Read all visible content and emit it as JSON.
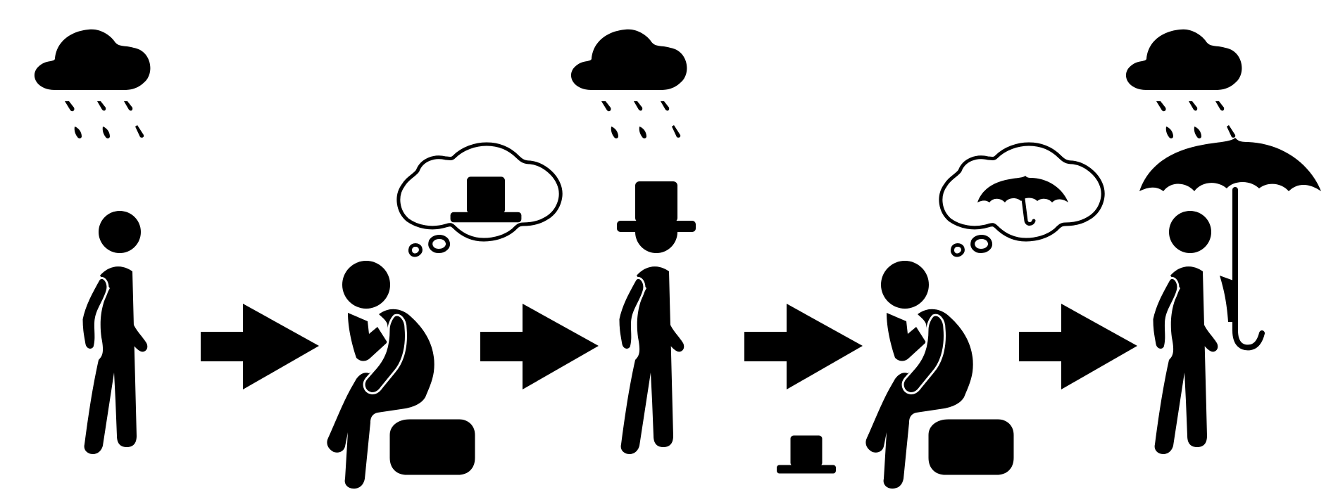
{
  "diagram": {
    "ink_color": "#000000",
    "background_color": "#ffffff",
    "panels": [
      {
        "scene": "person-in-rain"
      },
      {
        "scene": "person-sitting-thinking-of-hat"
      },
      {
        "scene": "person-wearing-top-hat-in-rain"
      },
      {
        "scene": "person-sitting-thinking-of-umbrella"
      },
      {
        "scene": "person-holding-umbrella-in-rain"
      }
    ],
    "transitions": 4,
    "icons": [
      "rain-cloud-icon",
      "person-icon",
      "thought-bubble-icon",
      "top-hat-icon",
      "umbrella-icon",
      "arrow-right-icon",
      "chair-icon"
    ]
  }
}
